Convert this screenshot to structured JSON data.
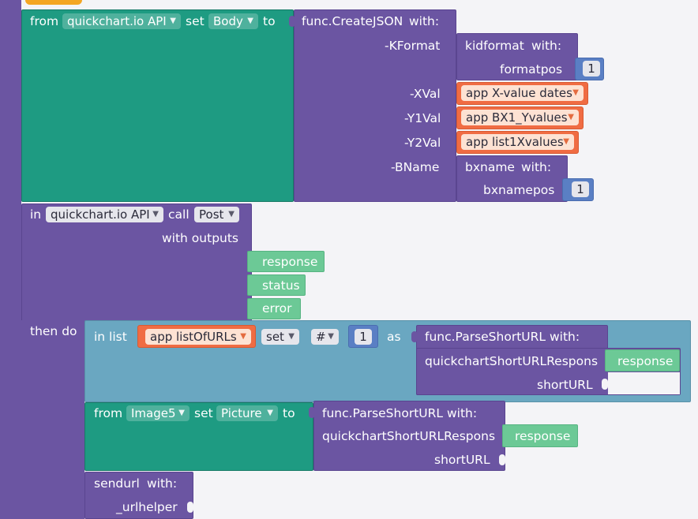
{
  "colors": {
    "teal": "#1e9b82",
    "purple": "#6b55a2",
    "blue_block": "#6aa7c1",
    "orange": "#f06c43",
    "green": "#6cc996",
    "math": "#5a7fc4"
  },
  "set_body": {
    "from_label": "from",
    "component": "quickchart.io API",
    "set_label": "set",
    "property": "Body",
    "to_label": "to"
  },
  "create_json": {
    "func": "func.CreateJSON",
    "with_label": "with:",
    "kformat_label": "-KFormat",
    "xval_label": "-XVal",
    "y1val_label": "-Y1Val",
    "y2val_label": "-Y2Val",
    "bname_label": "-BName"
  },
  "kidformat": {
    "label": "kidformat",
    "with_label": "with:",
    "arg": "formatpos",
    "value": "1"
  },
  "app_vars": {
    "xvalues": "app X-value dates",
    "bx1": "app BX1_Yvalues",
    "list1x": "app list1Xvalues"
  },
  "bxname": {
    "label": "bxname",
    "with_label": "with:",
    "arg": "bxnamepos",
    "value": "1"
  },
  "call_post": {
    "in_label": "in",
    "component": "quickchart.io API",
    "call_label": "call",
    "method": "Post",
    "with_outputs": "with outputs",
    "outputs": [
      "response",
      "status",
      "error"
    ],
    "then_do": "then do"
  },
  "in_list": {
    "in_list_label": "in list",
    "list_var": "app listOfURLs",
    "op": "set",
    "index_sym": "#",
    "index": "1",
    "as_label": "as",
    "func": "func.ParseShortURL",
    "with_label": "with:",
    "arg": "quickchartShortURLRespons",
    "value": "response",
    "result_label": "shortURL"
  },
  "set_image": {
    "from_label": "from",
    "component": "Image5",
    "set_label": "set",
    "property": "Picture",
    "to_label": "to",
    "func": "func.ParseShortURL",
    "with_label": "with:",
    "arg": "quickchartShortURLRespons",
    "value": "response",
    "result_label": "shortURL"
  },
  "sendurl": {
    "label": "sendurl",
    "with_label": "with:",
    "arg": "_urlhelper"
  }
}
